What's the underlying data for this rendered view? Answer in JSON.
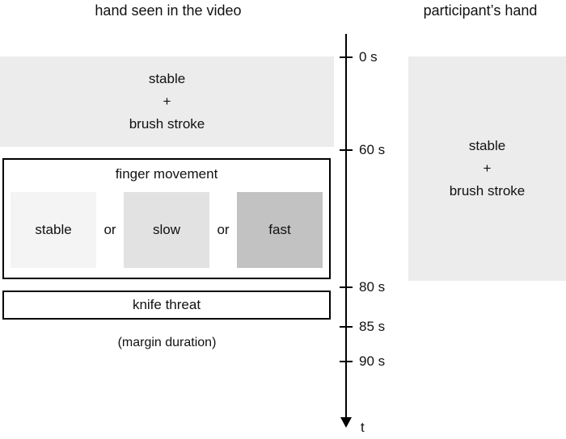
{
  "headers": {
    "left": "hand seen in the video",
    "right": "participant’s hand"
  },
  "video_column": {
    "stable_brush": {
      "lines": [
        "stable",
        "+",
        "brush stroke"
      ]
    },
    "finger_movement": {
      "title": "finger movement",
      "options": [
        "stable",
        "slow",
        "fast"
      ],
      "separator": "or"
    },
    "knife_threat_label": "knife threat",
    "margin_note": "(margin duration)"
  },
  "participant_column": {
    "stable_brush": {
      "lines": [
        "stable",
        "+",
        "brush stroke"
      ]
    }
  },
  "timeline": {
    "tick_labels": [
      "0 s",
      "60 s",
      "80 s",
      "85 s",
      "90 s"
    ],
    "axis_label": "t"
  },
  "colors": {
    "panel_gray": "#ececec",
    "option_stable": "#f4f4f4",
    "option_slow": "#e2e2e2",
    "option_fast": "#c2c2c2",
    "axis_black": "#000000"
  }
}
